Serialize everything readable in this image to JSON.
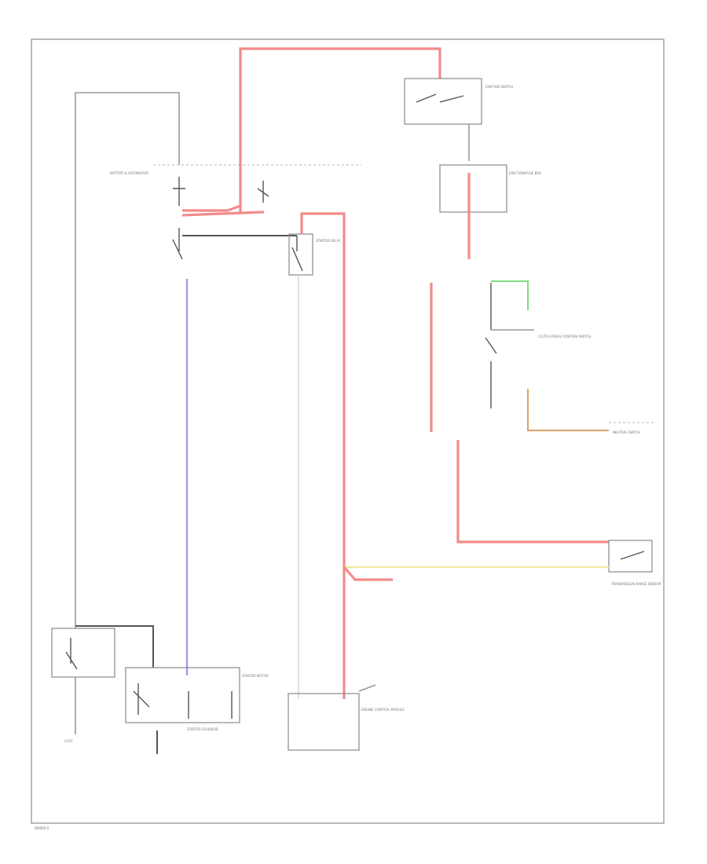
{
  "diagram": {
    "page_ref": "W0000 0",
    "labels": {
      "battery_block": "BATTERY & ALTERNATOR",
      "ignition_switch": "IGNITION SWITCH",
      "starter_relay": "STARTER RELAY",
      "fuse_box": "JUNCTION/FUSE BOX",
      "starter_motor": "STARTER MOTOR",
      "starter_solenoid": "STARTER SOLENOID",
      "pcm": "ENGINE CONTROL MODULE",
      "clutch_switch": "CLUTCH PEDAL POSITION SWITCH",
      "neutral_switch": "NEUTRAL SWITCH",
      "trans_range": "TRANSMISSION RANGE SENSOR",
      "ground": "G101"
    },
    "wire_colors": {
      "red": "#f28b8b",
      "blue": "#9b9ef0",
      "green": "#7fdd7f",
      "orange": "#d7a36a",
      "yellow": "#f0eaa6",
      "gray": "#9a9a9a"
    }
  }
}
